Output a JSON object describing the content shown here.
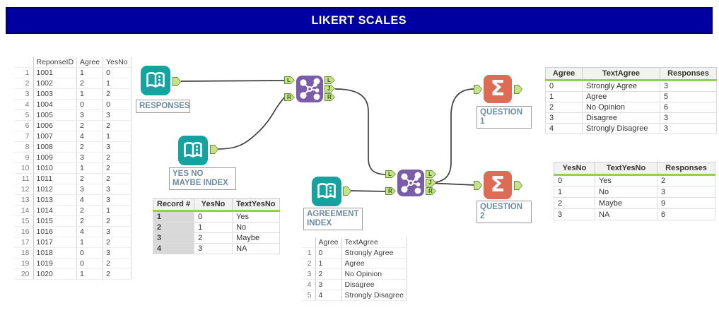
{
  "title": "LIKERT SCALES",
  "colors": {
    "title_bg": "#0000A0",
    "title_border": "#00005E",
    "title_text": "#FFFFF0",
    "input_tool": "#16A3A0",
    "join_tool": "#7A5CA8",
    "summarize_tool": "#DC6C55",
    "anchor_fill": "#C9E188",
    "anchor_border": "#5D8F2F",
    "wire": "#3F3F3F",
    "header_underline": "#92D050",
    "label_text": "#6D8BA1"
  },
  "icons": {
    "summarize_sigma": "Σ"
  },
  "nodes": {
    "responses": {
      "label": "RESPONSES"
    },
    "yesnomaybe": {
      "label": "YES NO MAYBE INDEX"
    },
    "agreement": {
      "label": "AGREEMENT INDEX"
    },
    "question1": {
      "label": "QUESTION 1"
    },
    "question2": {
      "label": "QUESTION 2"
    }
  },
  "responses_table": {
    "headers": [
      "",
      "ReponseID",
      "Agree",
      "YesNo"
    ],
    "rows": [
      [
        "1",
        "1001",
        "1",
        "0"
      ],
      [
        "2",
        "1002",
        "2",
        "1"
      ],
      [
        "3",
        "1003",
        "1",
        "2"
      ],
      [
        "4",
        "1004",
        "0",
        "0"
      ],
      [
        "5",
        "1005",
        "3",
        "3"
      ],
      [
        "6",
        "1006",
        "2",
        "2"
      ],
      [
        "7",
        "1007",
        "4",
        "1"
      ],
      [
        "8",
        "1008",
        "2",
        "3"
      ],
      [
        "9",
        "1009",
        "3",
        "2"
      ],
      [
        "10",
        "1010",
        "1",
        "2"
      ],
      [
        "11",
        "1011",
        "2",
        "2"
      ],
      [
        "12",
        "1012",
        "3",
        "3"
      ],
      [
        "13",
        "1013",
        "4",
        "3"
      ],
      [
        "14",
        "1014",
        "2",
        "1"
      ],
      [
        "15",
        "1015",
        "2",
        "2"
      ],
      [
        "16",
        "1016",
        "4",
        "3"
      ],
      [
        "17",
        "1017",
        "1",
        "2"
      ],
      [
        "18",
        "1018",
        "0",
        "3"
      ],
      [
        "19",
        "1019",
        "0",
        "2"
      ],
      [
        "20",
        "1020",
        "1",
        "2"
      ]
    ]
  },
  "record_index_table": {
    "headers": [
      "Record #",
      "YesNo",
      "TextYesNo"
    ],
    "rows": [
      [
        "1",
        "0",
        "Yes"
      ],
      [
        "2",
        "1",
        "No"
      ],
      [
        "3",
        "2",
        "Maybe"
      ],
      [
        "4",
        "3",
        "NA"
      ]
    ]
  },
  "agreement_index_table": {
    "headers": [
      "",
      "Agree",
      "TextAgree"
    ],
    "rows": [
      [
        "1",
        "0",
        "Strongly Agree"
      ],
      [
        "2",
        "1",
        "Agree"
      ],
      [
        "3",
        "2",
        "No Opinion"
      ],
      [
        "4",
        "3",
        "Disagree"
      ],
      [
        "5",
        "4",
        "Strongly Disagree"
      ]
    ]
  },
  "question1_table": {
    "headers": [
      "Agree",
      "TextAgree",
      "Responses"
    ],
    "rows": [
      [
        "0",
        "Strongly Agree",
        "3"
      ],
      [
        "1",
        "Agree",
        "5"
      ],
      [
        "2",
        "No Opinion",
        "6"
      ],
      [
        "3",
        "Disagree",
        "3"
      ],
      [
        "4",
        "Strongly Disagree",
        "3"
      ]
    ]
  },
  "question2_table": {
    "headers": [
      "YesNo",
      "TextYesNo",
      "Responses"
    ],
    "rows": [
      [
        "0",
        "Yes",
        "2"
      ],
      [
        "1",
        "No",
        "3"
      ],
      [
        "2",
        "Maybe",
        "9"
      ],
      [
        "3",
        "NA",
        "6"
      ]
    ]
  }
}
